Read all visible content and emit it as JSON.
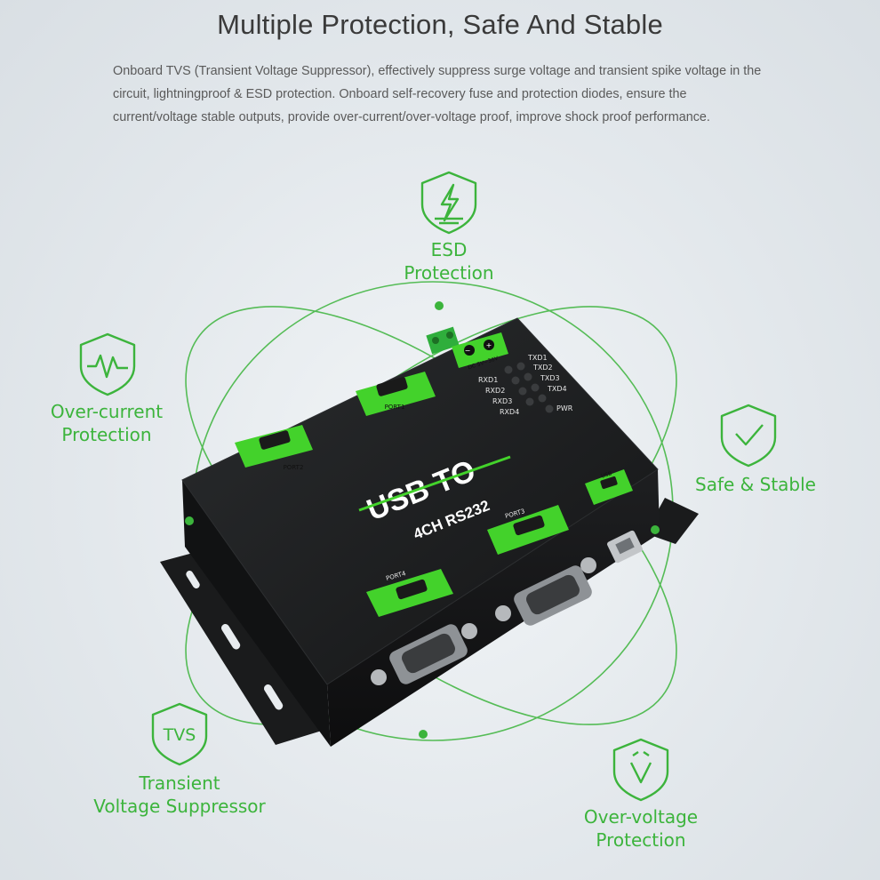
{
  "title": "Multiple Protection, Safe And Stable",
  "description": "Onboard TVS (Transient Voltage Suppressor), effectively suppress surge voltage and transient spike voltage in the circuit, lightningproof & ESD protection. Onboard self-recovery fuse and protection diodes, ensure the current/voltage stable outputs, provide over-current/over-voltage proof, improve shock proof performance.",
  "features": {
    "esd": {
      "line1": "ESD",
      "line2": "Protection",
      "icon": "lightning-shield-icon"
    },
    "overcurrent": {
      "line1": "Over-current",
      "line2": "Protection",
      "icon": "pulse-shield-icon"
    },
    "safe": {
      "line1": "Safe & Stable",
      "icon": "check-shield-icon"
    },
    "tvs": {
      "icon_text": "TVS",
      "line1": "Transient",
      "line2": "Voltage Suppressor",
      "icon": "tvs-shield-icon"
    },
    "overvoltage": {
      "line1": "Over-voltage",
      "line2": "Protection",
      "icon": "voltage-shield-icon"
    }
  },
  "device": {
    "headline_1": "USB TO",
    "headline_2": "4CH RS232",
    "ports": {
      "p1": "PORT1",
      "p2": "PORT2",
      "p3": "PORT3",
      "p4": "PORT4",
      "usb": "USB",
      "rs232": "RS232"
    },
    "leds": {
      "txd1": "TXD1",
      "txd2": "TXD2",
      "txd3": "TXD3",
      "txd4": "TXD4",
      "rxd1": "RXD1",
      "rxd2": "RXD2",
      "rxd3": "RXD3",
      "rxd4": "RXD4",
      "pwr": "PWR"
    },
    "dc_label": "DC 5V~36V"
  },
  "colors": {
    "accent_green": "#3cb43c",
    "device_body": "#1b1d1f",
    "device_label_green": "#43d22b"
  }
}
